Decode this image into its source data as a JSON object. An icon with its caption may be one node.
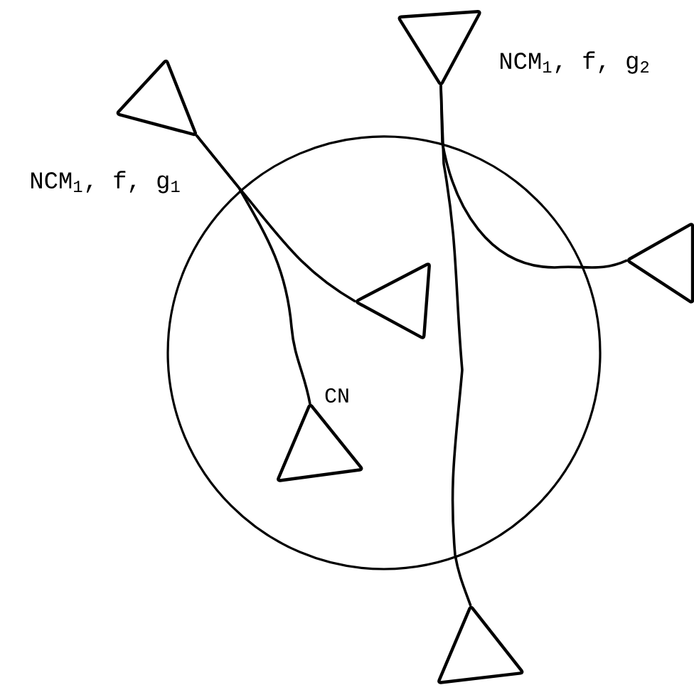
{
  "diagram": {
    "nodes": [
      {
        "text": [
          "CN"
        ]
      },
      {
        "text": [],
        "shape": "triangle"
      },
      {
        "text": [],
        "shape": "triangle"
      },
      {
        "text": [],
        "shape": "triangle"
      },
      {
        "text": [],
        "shape": "triangle",
        "in": 0
      },
      {
        "text": [],
        "shape": "triangle",
        "in": 0
      },
      {
        "text": [],
        "shape": "triangle"
      }
    ],
    "edges": [
      {
        "from": 2,
        "to": 4,
        "arrow": "none"
      },
      {
        "from": 2,
        "to": 5,
        "arrow": "none"
      },
      {
        "from": 1,
        "to": 3,
        "arrow": "none"
      },
      {
        "from": 1,
        "to": 6,
        "arrow": "none"
      }
    ],
    "labels": [
      "NCM$_{1}$, f, g$_{1}$",
      "NCM$_{1}$, f, g$_{2}$"
    ]
  }
}
